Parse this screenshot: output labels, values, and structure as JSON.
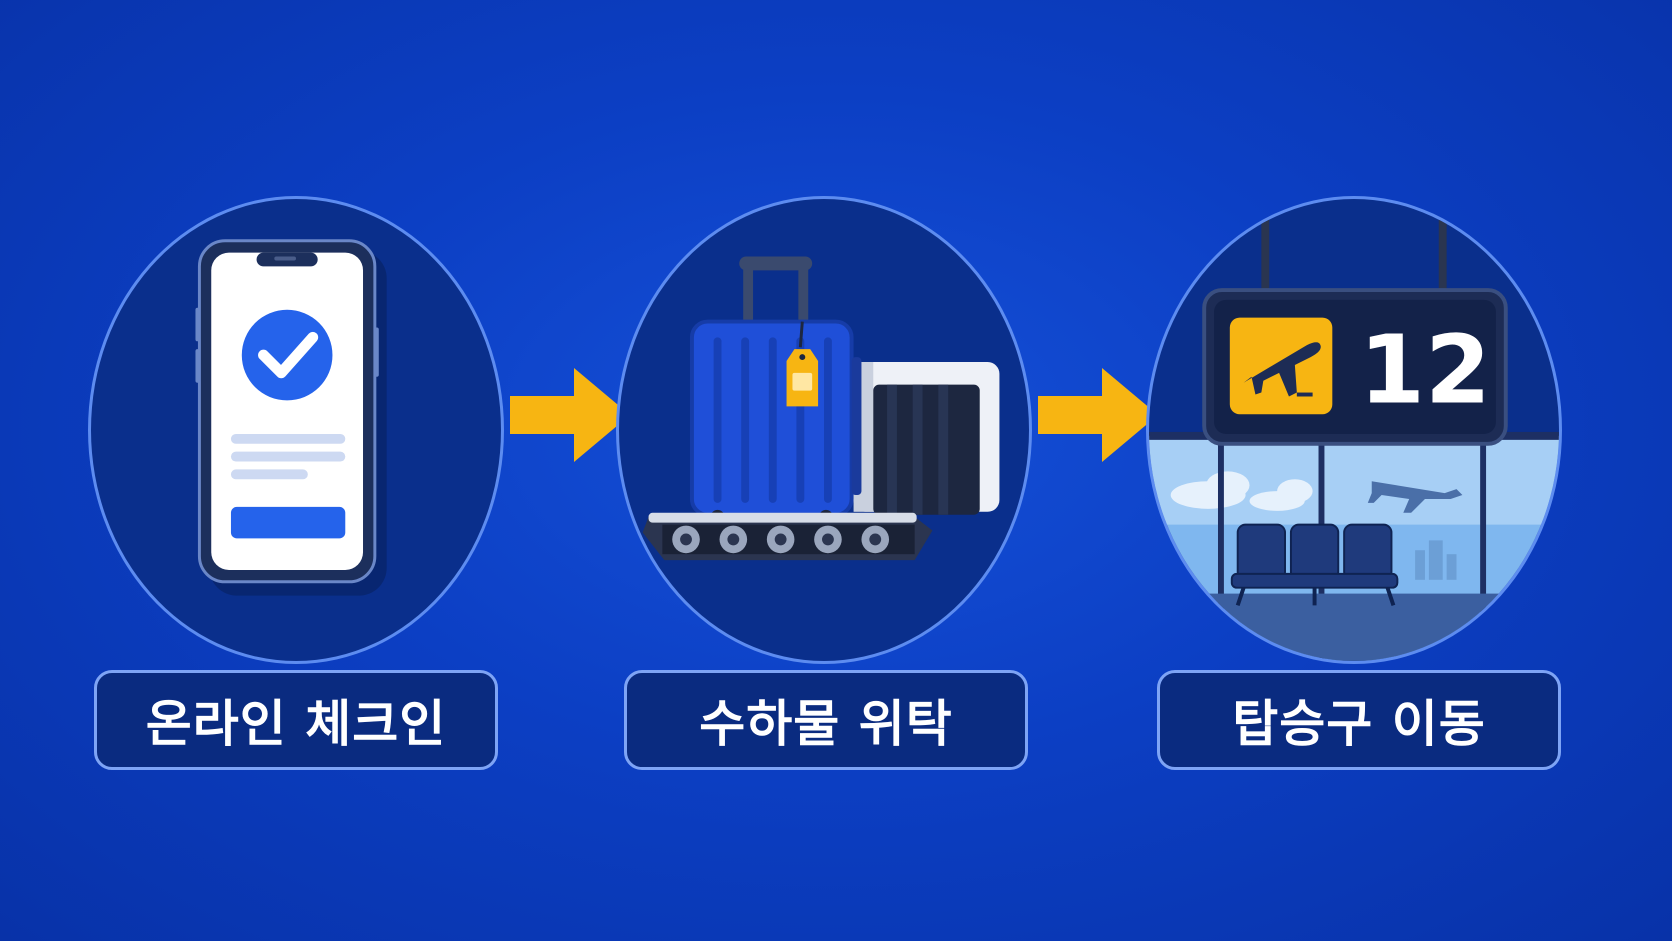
{
  "steps": [
    {
      "label": "온라인 체크인",
      "icon": "phone-check-icon"
    },
    {
      "label": "수하물 위탁",
      "icon": "luggage-conveyor-icon"
    },
    {
      "label": "탑승구 이동",
      "icon": "boarding-gate-icon"
    }
  ],
  "gate": {
    "number": "12"
  },
  "colors": {
    "background": "#0c3fc4",
    "circle_fill": "#0a2f8c",
    "circle_border": "#5d8cf0",
    "arrow": "#f7b512",
    "label_fill": "#0a2b80",
    "label_border": "#7ea4f5",
    "accent_blue": "#2563eb",
    "gate_icon_bg": "#f7b512"
  }
}
